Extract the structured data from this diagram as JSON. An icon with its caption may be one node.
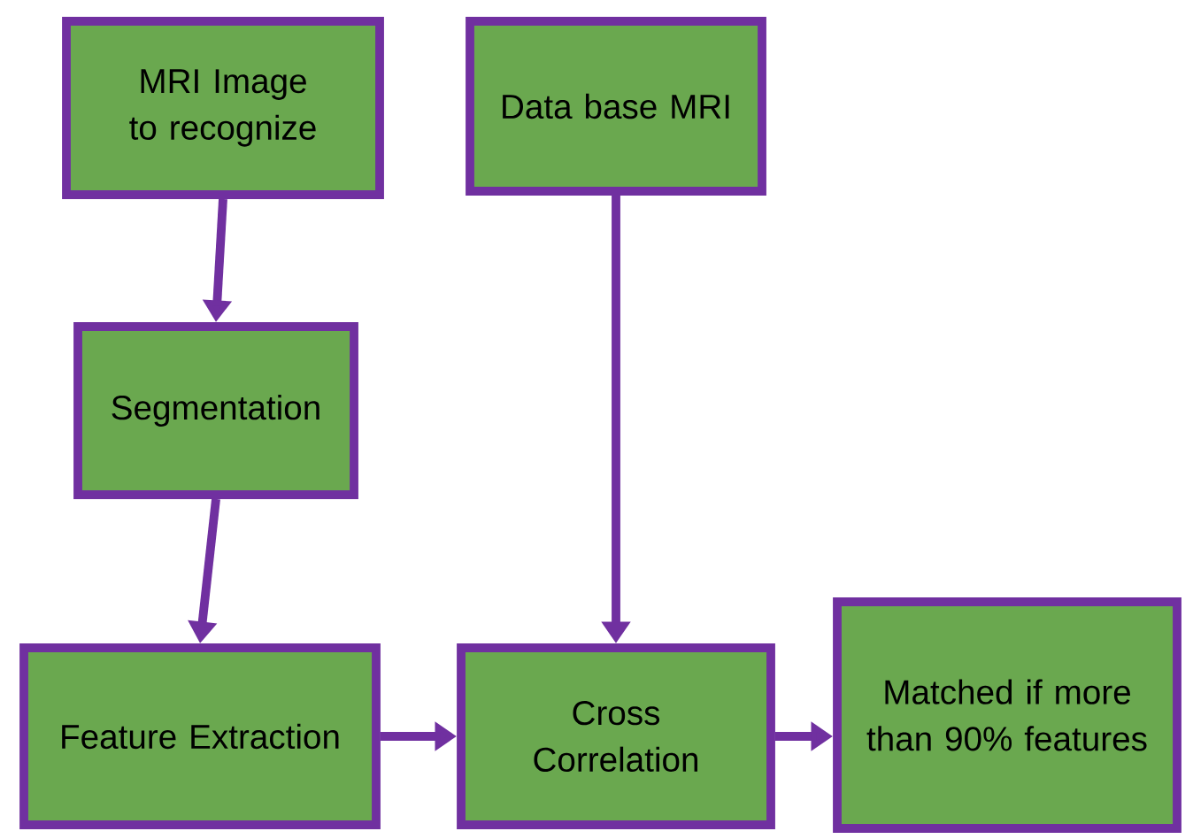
{
  "diagram": {
    "nodes": [
      {
        "text": [
          "MRI Image to recognize"
        ]
      },
      {
        "text": [
          "Data base MRI"
        ]
      },
      {
        "text": [
          "Segmentation"
        ]
      },
      {
        "text": [
          "Feature Extraction"
        ]
      },
      {
        "text": [
          "Cross Correlation"
        ]
      },
      {
        "text": [
          "Matched if more than 90% features"
        ]
      }
    ],
    "edges": [
      {
        "from": 0,
        "to": 2,
        "arrow": "to"
      },
      {
        "from": 2,
        "to": 3,
        "arrow": "to"
      },
      {
        "from": 1,
        "to": 4,
        "arrow": "to"
      },
      {
        "from": 3,
        "to": 4,
        "arrow": "to"
      },
      {
        "from": 4,
        "to": 5,
        "arrow": "to"
      }
    ]
  }
}
